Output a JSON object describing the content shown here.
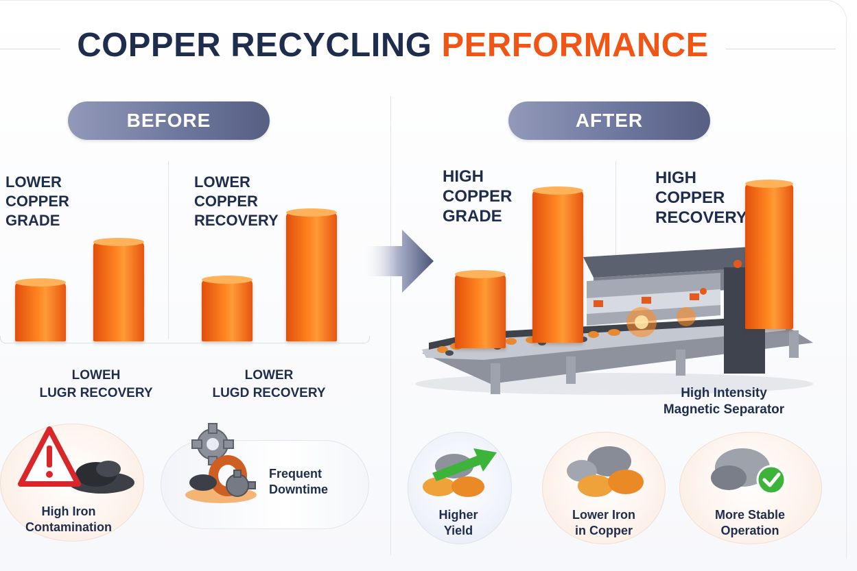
{
  "title": {
    "part1": "COPPER RECYCLING",
    "part2": "PERFORMANCE"
  },
  "before": {
    "pill": "BEFORE",
    "grade_label": [
      "LOWER",
      "COPPER",
      "GRADE"
    ],
    "recovery_label": [
      "LOWER",
      "COPPER",
      "RECOVERY"
    ],
    "sub1": [
      "LOWEH",
      "LUGR RECOVERY"
    ],
    "sub2": [
      "LOWER",
      "LUGD RECOVERY"
    ],
    "badge1": [
      "High Iron",
      "Contamination"
    ],
    "badge2": [
      "Frequent",
      "Downtime"
    ]
  },
  "after": {
    "pill": "AFTER",
    "grade_label": [
      "HIGH",
      "COPPER",
      "GRADE"
    ],
    "recovery_label": [
      "HIGH",
      "COPPER",
      "RECOVERY"
    ],
    "machine_label": [
      "High Intensity",
      "Magnetic Separator"
    ],
    "badge1": [
      "Higher",
      "Yield"
    ],
    "badge2": [
      "Lower Iron",
      "in Copper"
    ],
    "badge3": [
      "More Stable",
      "Operation"
    ]
  },
  "colors": {
    "navy": "#1f2d4d",
    "accent": "#f05516",
    "bar": "#ff7a1a",
    "pill": "#6e779e"
  },
  "icons": [
    "warning-icon",
    "gear-icon",
    "magnet-icon",
    "arrow-right-icon",
    "growth-arrow-icon",
    "check-icon",
    "ore-icon",
    "copper-nugget-icon",
    "conveyor-machine-icon"
  ]
}
